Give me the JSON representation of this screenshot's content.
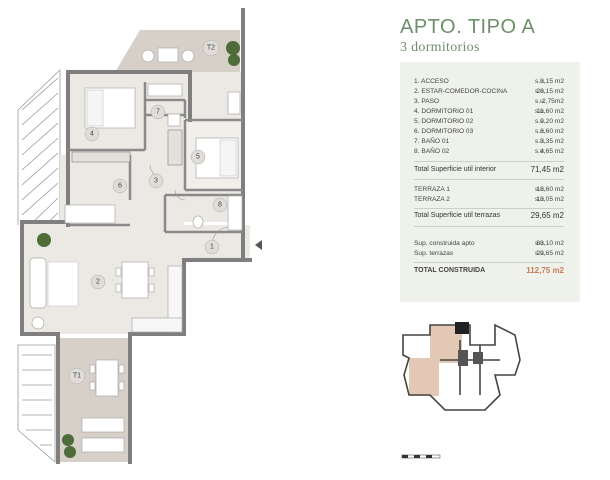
{
  "header": {
    "title": "APTO. TIPO A",
    "subtitle": "3 dormitorios"
  },
  "rooms": [
    {
      "name": "1. ACCESO",
      "unit": "s.u.",
      "value": "3,15 m2"
    },
    {
      "name": "2. ESTAR-COMEDOR-COCINA",
      "unit": "s.u.",
      "value": "28,15 m2"
    },
    {
      "name": "3. PASO",
      "unit": "s.u.",
      "value": "2,75m2"
    },
    {
      "name": "4. DORMITORIO 01",
      "unit": "s.u.",
      "value": "11,60 m2"
    },
    {
      "name": "5. DORMITORIO 02",
      "unit": "s.u.",
      "value": "9,20 m2"
    },
    {
      "name": "6. DORMITORIO 03",
      "unit": "s.u.",
      "value": "8,60 m2"
    },
    {
      "name": "7. BAÑO 01",
      "unit": "s.u.",
      "value": "3,35 m2"
    },
    {
      "name": "8. BAÑO 02",
      "unit": "s.u.",
      "value": "4,65 m2"
    }
  ],
  "total_interior": {
    "label": "Total Superficie util interior",
    "value": "71,45 m2"
  },
  "terraces": [
    {
      "name": "TERRAZA 1",
      "unit": "s.u.",
      "value": "16,60 m2"
    },
    {
      "name": "TERRAZA 2",
      "unit": "s.u.",
      "value": "13,05 m2"
    }
  ],
  "total_terraces": {
    "label": "Total Superficie util terrazas",
    "value": "29,65 m2"
  },
  "built": [
    {
      "name": "Sup. construida apto",
      "unit": "s.u.",
      "value": "83,10 m2"
    },
    {
      "name": "Sup. terrazas",
      "unit": "s.u.",
      "value": "29,65 m2"
    }
  ],
  "grand_total": {
    "label": "TOTAL CONSTRUIDA",
    "value": "112,75 m2"
  },
  "plan_labels": {
    "r1": "1",
    "r2": "2",
    "r3": "3",
    "r4": "4",
    "r5": "5",
    "r6": "6",
    "r7": "7",
    "r8": "8",
    "t1": "T1",
    "t2": "T2"
  },
  "colors": {
    "accent": "#6d8f6a",
    "panel_bg": "#eef2ea",
    "total_highlight": "#c97b5a",
    "wall": "#8a8a8a",
    "floor": "#ece9e5",
    "terrace_floor": "#d6d0c8"
  }
}
